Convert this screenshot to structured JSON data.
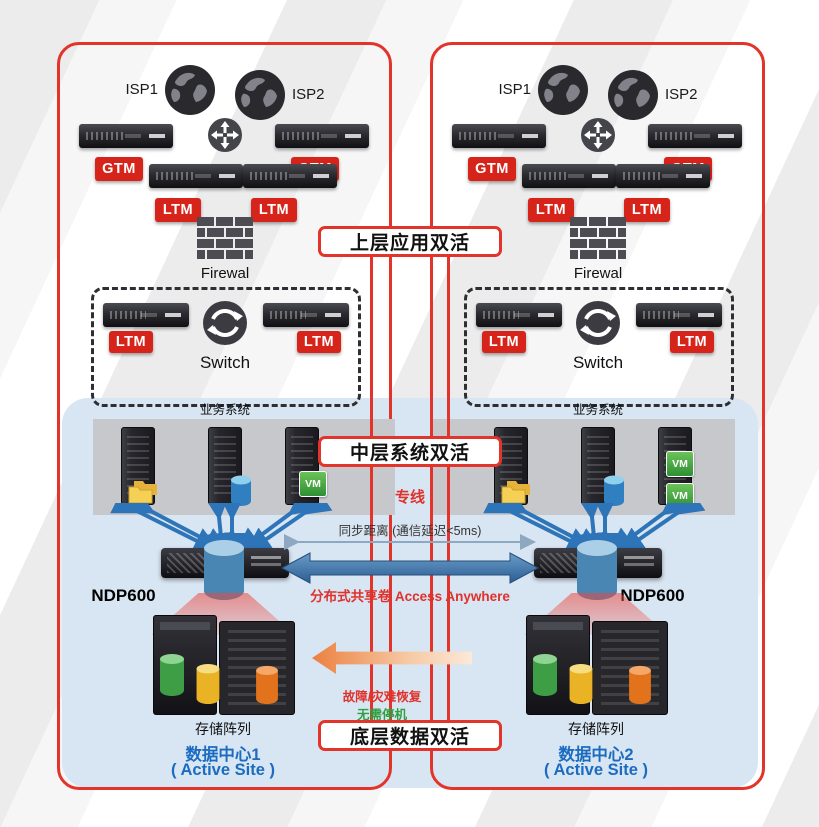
{
  "center": {
    "pill_top": "上层应用双活",
    "pill_middle": "中层系统双活",
    "pill_bottom": "底层数据双活",
    "dedicated_line": "专线",
    "sync_note": "同步距离 (通信延迟<5ms)",
    "shared_volume": "分布式共享卷 Access Anywhere",
    "recovery_line1": "故障/灾难恢复",
    "recovery_line2": "无需停机"
  },
  "badges": {
    "gtm": "GTM",
    "ltm": "LTM"
  },
  "dc1": {
    "isp1": "ISP1",
    "isp2": "ISP2",
    "firewall_label": "Firewal",
    "switch_label": "Switch",
    "business_system": "业务系统",
    "vm_label": "VM",
    "ndp_label": "NDP600",
    "storage_label": "存储阵列",
    "name": "数据中心1",
    "site_label": "( Active Site )"
  },
  "dc2": {
    "isp1": "ISP1",
    "isp2": "ISP2",
    "firewall_label": "Firewal",
    "switch_label": "Switch",
    "business_system": "业务系统",
    "vm_label": "VM",
    "ndp_label": "NDP600",
    "storage_label": "存储阵列",
    "name": "数据中心2",
    "site_label": "( Active Site )"
  },
  "colors": {
    "frame_red": "#e2342b",
    "badge_red": "#d7241b",
    "panel_blue": "#d8e5f2",
    "arrow_blue": "#2e74b8",
    "dc_name_blue": "#1b6cc0",
    "recovery_green": "#2fa040"
  }
}
